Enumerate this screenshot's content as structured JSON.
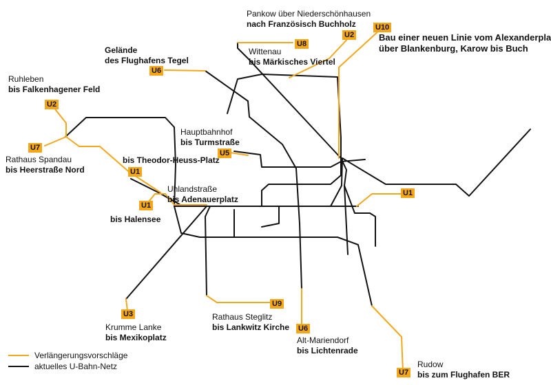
{
  "colors": {
    "proposal": "#f4a71b",
    "network": "#111111"
  },
  "legend": {
    "proposal_label": "Verlängerungsvorschläge",
    "network_label": "aktuelles U-Bahn-Netz"
  },
  "badges": {
    "u1_west": "U1",
    "u1_halensee": "U1",
    "u1_east": "U1",
    "u2_ruhleben": "U2",
    "u2_pankow": "U2",
    "u3": "U3",
    "u5": "U5",
    "u6_tegel": "U6",
    "u6_lichtenrade": "U6",
    "u7_spandau": "U7",
    "u7_rudow": "U7",
    "u8": "U8",
    "u9": "U9",
    "u10": "U10"
  },
  "labels": {
    "pankow": {
      "line1": "Pankow über Niederschönhausen",
      "line2": "nach Französisch Buchholz"
    },
    "u10": {
      "line1": "Bau einer neuen Linie vom Alexanderplatz",
      "line2": "über Blankenburg, Karow bis Buch"
    },
    "wittenau": {
      "line1": "Wittenau",
      "line2": "bis Märkisches Viertel"
    },
    "tegel": {
      "line1": "Gelände",
      "line2": "des Flughafens Tegel"
    },
    "ruhleben": {
      "line1": "Ruhleben",
      "line2": "bis Falkenhagener Feld"
    },
    "hauptbahnhof": {
      "line1": "Hauptbahnhof",
      "line2": "bis Turmstraße"
    },
    "theodor": {
      "line1": "bis Theodor-Heuss-Platz"
    },
    "spandau": {
      "line1": "Rathaus Spandau",
      "line2": "bis Heerstraße Nord"
    },
    "uhland": {
      "line1": "Uhlandstraße",
      "line2": "bis Adenauerplatz"
    },
    "halensee": {
      "line1": "bis Halensee"
    },
    "krumme": {
      "line1": "Krumme Lanke",
      "line2": "bis Mexikoplatz"
    },
    "steglitz": {
      "line1": "Rathaus Steglitz",
      "line2": "bis Lankwitz Kirche"
    },
    "mariendorf": {
      "line1": "Alt-Mariendorf",
      "line2": "bis Lichtenrade"
    },
    "rudow": {
      "line1": "Rudow",
      "line2": "bis zum Flughafen BER"
    }
  }
}
